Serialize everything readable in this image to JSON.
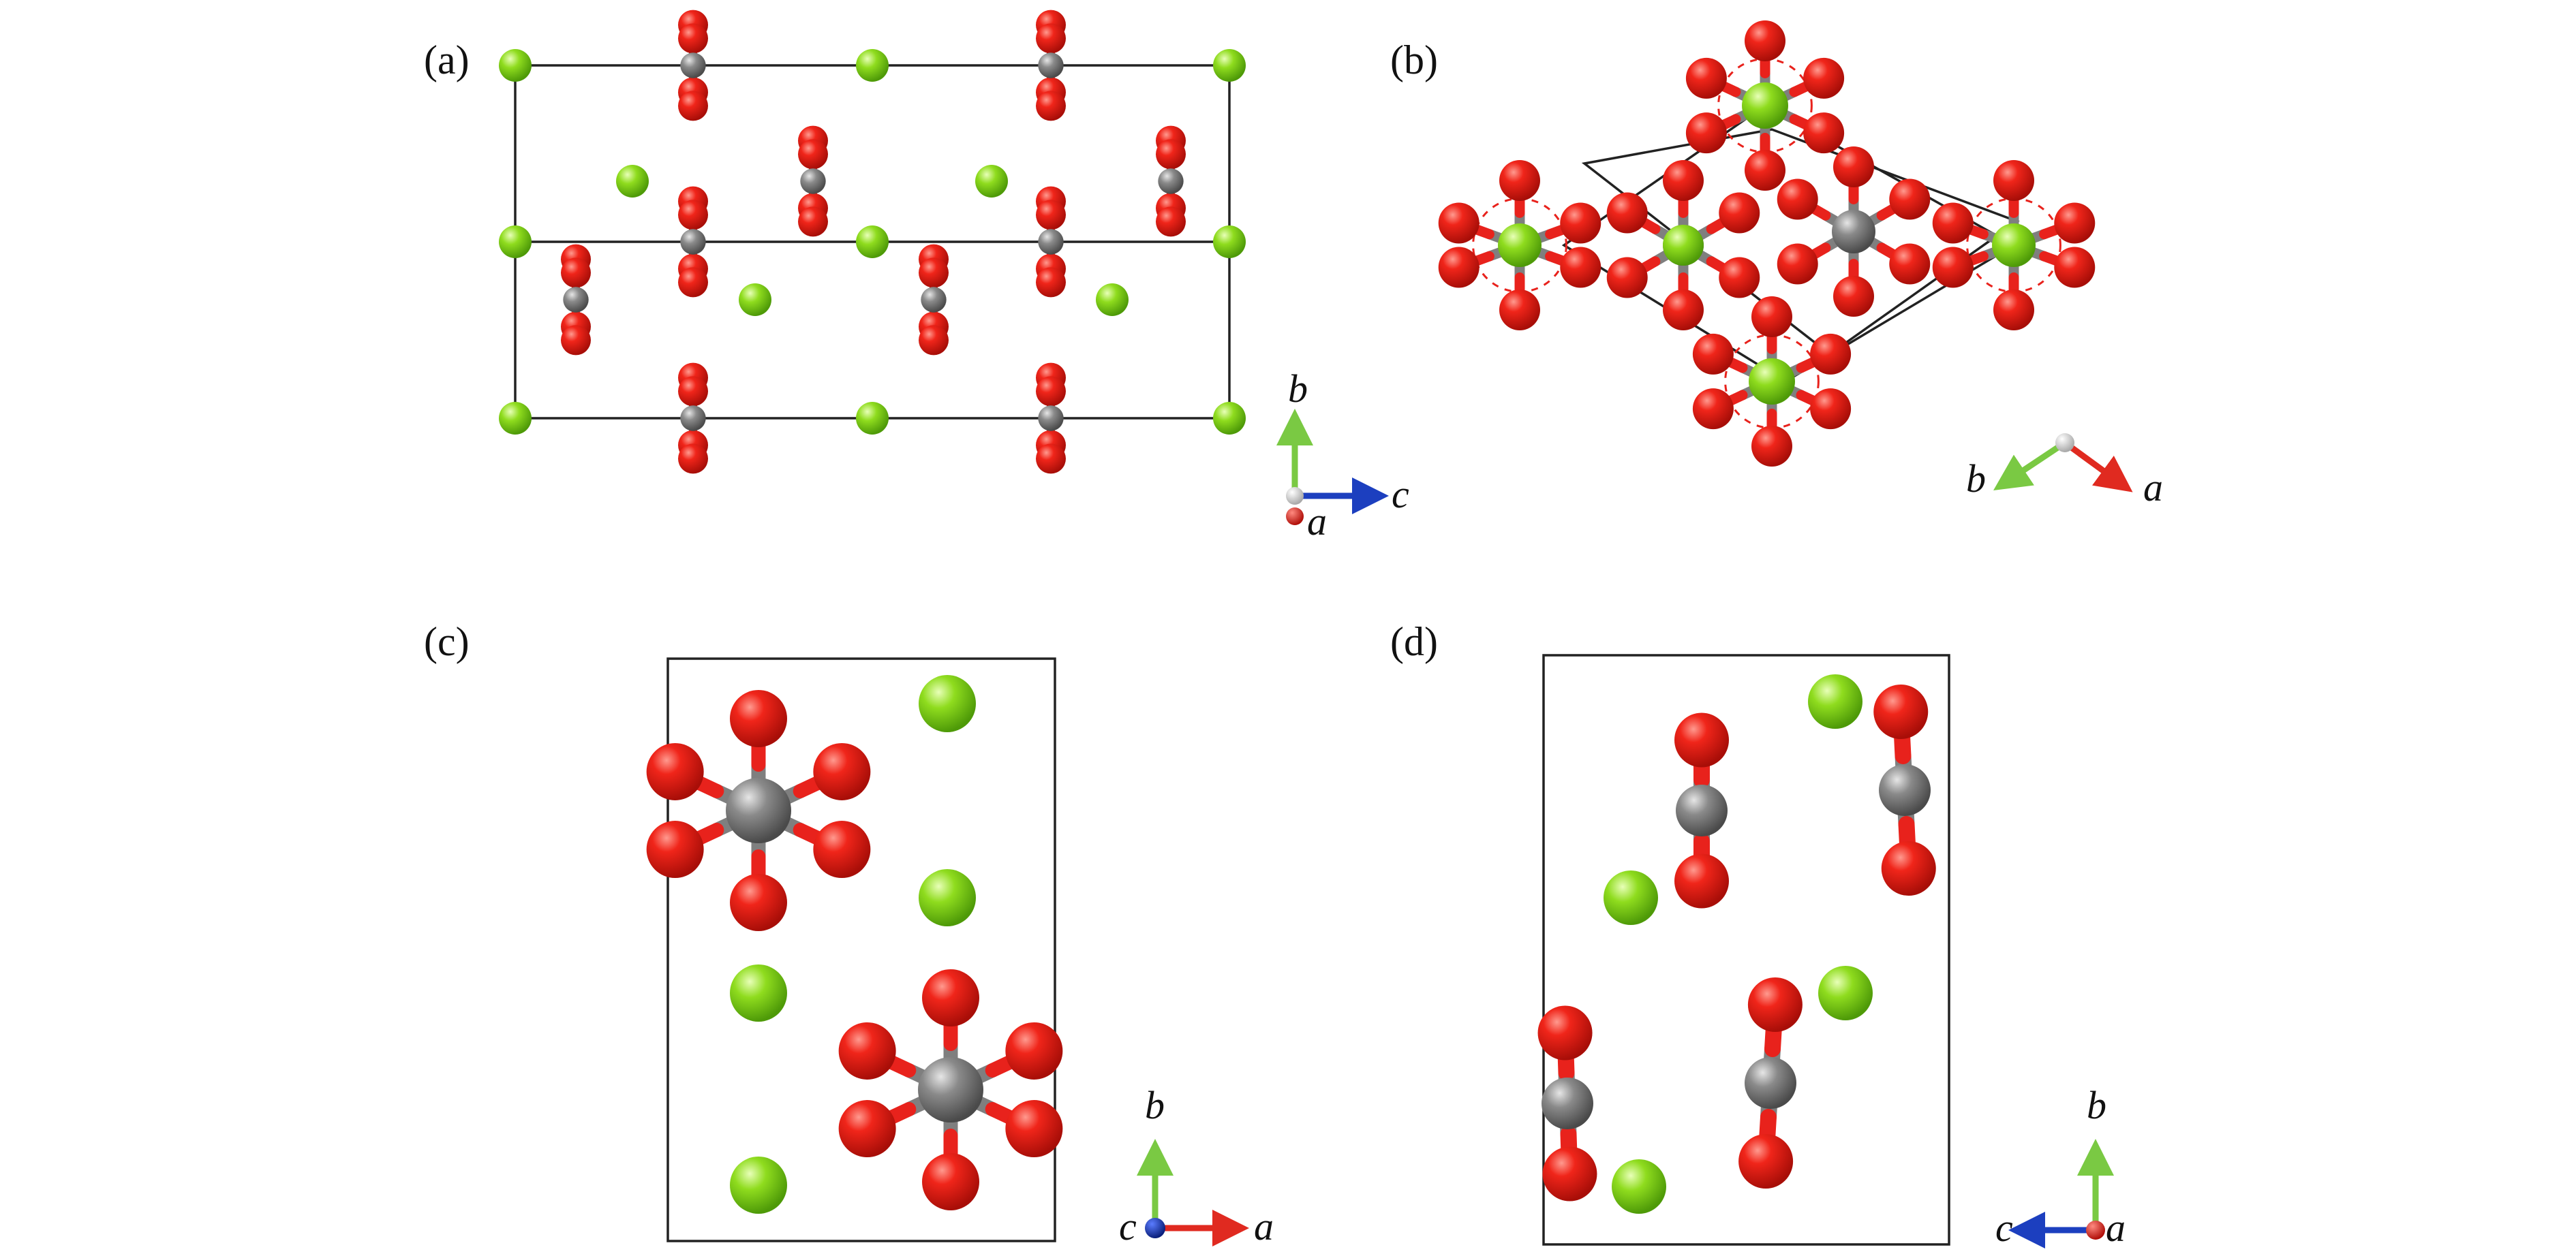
{
  "panels": [
    {
      "id": "a",
      "label": "(a)",
      "axes": {
        "up": "b",
        "right": "c",
        "out": "a"
      }
    },
    {
      "id": "b",
      "label": "(b)",
      "axes": {
        "left": "b",
        "right": "a"
      }
    },
    {
      "id": "c",
      "label": "(c)",
      "axes": {
        "up": "b",
        "right": "a",
        "out": "c"
      }
    },
    {
      "id": "d",
      "label": "(d)",
      "axes": {
        "up": "b",
        "left": "c",
        "out": "a"
      }
    }
  ],
  "colors": {
    "oxygen": "#e8221c",
    "carbon": "#7f7f7f",
    "cation": "#8fdc1e",
    "axis_a": "#e02a20",
    "axis_b": "#7ac943",
    "axis_c": "#1c3fbf",
    "origin": "#d0d0d0",
    "cell_line": "#222222"
  },
  "atom_types": [
    "oxygen",
    "carbon",
    "cation"
  ]
}
